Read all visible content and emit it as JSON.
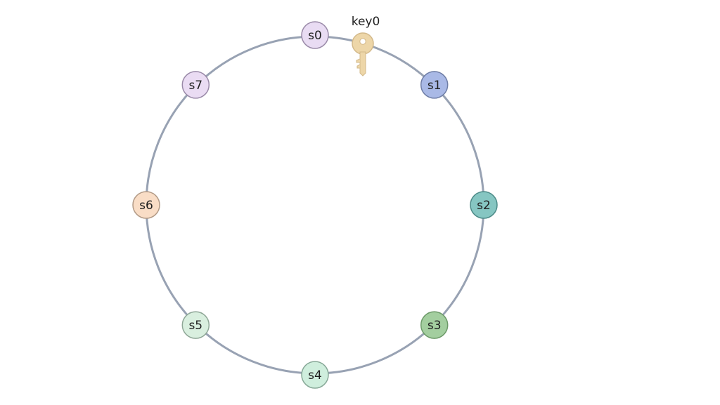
{
  "diagram": {
    "ring_color": "#98a2b3",
    "servers": [
      {
        "id": "s0",
        "label": "s0",
        "fill": "#e9dcf3",
        "stroke": "#9a8aa8"
      },
      {
        "id": "s1",
        "label": "s1",
        "fill": "#a9b9e6",
        "stroke": "#6f7ea6"
      },
      {
        "id": "s2",
        "label": "s2",
        "fill": "#86c6c2",
        "stroke": "#4d8b88"
      },
      {
        "id": "s3",
        "label": "s3",
        "fill": "#a3ce9f",
        "stroke": "#6d9a69"
      },
      {
        "id": "s4",
        "label": "s4",
        "fill": "#cfeedd",
        "stroke": "#87a897"
      },
      {
        "id": "s5",
        "label": "s5",
        "fill": "#d9efdf",
        "stroke": "#8fa797"
      },
      {
        "id": "s6",
        "label": "s6",
        "fill": "#f9ddc6",
        "stroke": "#b29a86"
      },
      {
        "id": "s7",
        "label": "s7",
        "fill": "#eadcf3",
        "stroke": "#9a8aa8"
      }
    ],
    "key": {
      "label": "key0",
      "icon": "key-icon",
      "color": "#edd6a8"
    }
  }
}
